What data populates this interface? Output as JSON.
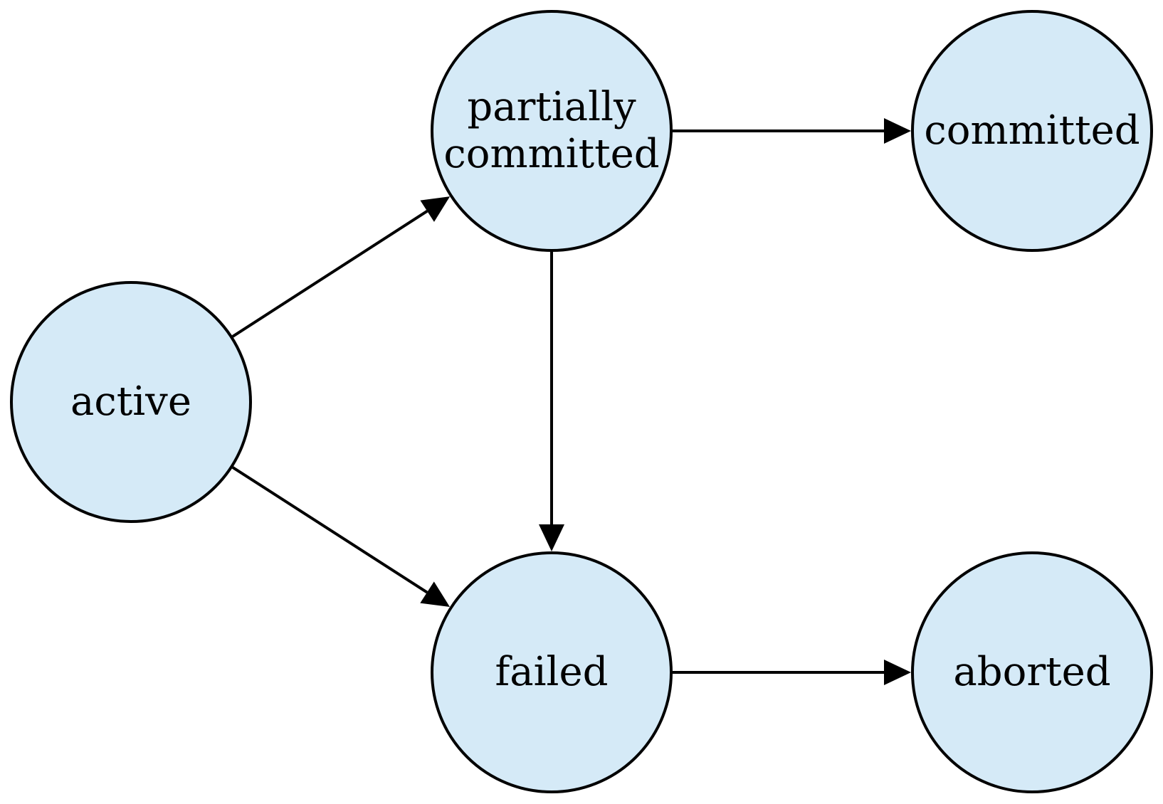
{
  "diagram": {
    "nodes": [
      {
        "id": "active",
        "lines": [
          "active"
        ]
      },
      {
        "id": "partially-committed",
        "lines": [
          "partially",
          "committed"
        ]
      },
      {
        "id": "committed",
        "lines": [
          "committed"
        ]
      },
      {
        "id": "failed",
        "lines": [
          "failed"
        ]
      },
      {
        "id": "aborted",
        "lines": [
          "aborted"
        ]
      }
    ],
    "edges": [
      {
        "from": "active",
        "to": "partially-committed"
      },
      {
        "from": "active",
        "to": "failed"
      },
      {
        "from": "partially-committed",
        "to": "committed"
      },
      {
        "from": "partially-committed",
        "to": "failed"
      },
      {
        "from": "failed",
        "to": "aborted"
      }
    ]
  },
  "colors": {
    "node_fill": "#d5eaf7",
    "stroke": "#000000"
  }
}
